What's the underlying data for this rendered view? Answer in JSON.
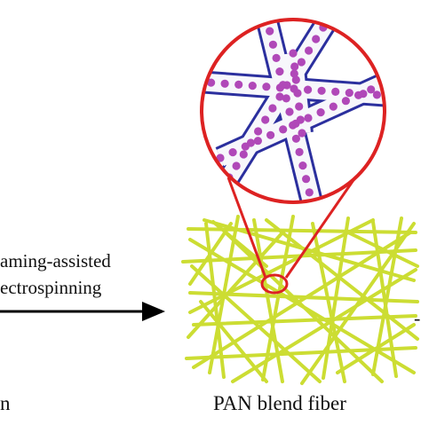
{
  "process": {
    "line1": "aming-assisted",
    "line2": "ectrospinning"
  },
  "fiber_label": "PAN blend fiber",
  "edge_left_text": "n",
  "edge_right_text": "-",
  "colors": {
    "fiber_mat": "#ccdd33",
    "fiber_outline": "#2b2f9e",
    "fiber_fill": "#f7f7fb",
    "particle": "#b048b8",
    "magnifier": "#dd2222",
    "arrow": "#000000"
  },
  "icons": {
    "process_arrow": "right-arrow-icon",
    "zoom_lens": "magnifier-circle-icon"
  }
}
